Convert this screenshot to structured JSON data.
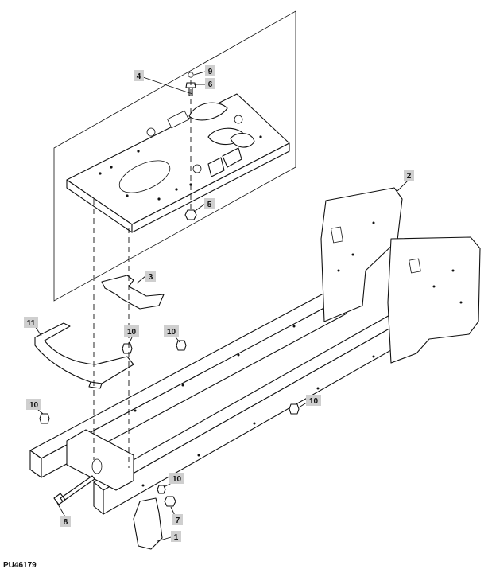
{
  "figure_id": "PU46179",
  "callouts": [
    {
      "label": "1"
    },
    {
      "label": "2"
    },
    {
      "label": "3"
    },
    {
      "label": "4"
    },
    {
      "label": "5"
    },
    {
      "label": "6"
    },
    {
      "label": "7"
    },
    {
      "label": "8"
    },
    {
      "label": "9"
    },
    {
      "label": "10"
    },
    {
      "label": "10"
    },
    {
      "label": "10"
    },
    {
      "label": "10"
    },
    {
      "label": "10"
    },
    {
      "label": "11"
    }
  ]
}
